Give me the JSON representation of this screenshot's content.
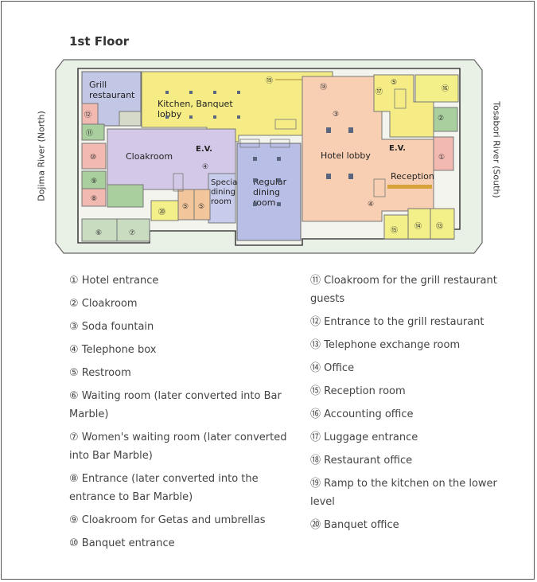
{
  "title": "1st Floor",
  "rivers": {
    "north": "Dojima River (North)",
    "south": "Tosabori River (South)"
  },
  "rooms": {
    "grill": "Grill restaurant",
    "grill_l1": "Grill",
    "grill_l2": "restaurant",
    "kitchen": "Kitchen, Banquet lobby",
    "kitchen_l1": "Kitchen, Banquet",
    "kitchen_l2": "lobby",
    "cloakroom": "Cloakroom",
    "ev": "E.V.",
    "special_l1": "Special",
    "special_l2": "dining",
    "special_l3": "room",
    "regular_l1": "Regular",
    "regular_l2": "dining",
    "regular_l3": "room",
    "hotel_lobby": "Hotel lobby",
    "reception": "Reception"
  },
  "markers": [
    "①",
    "②",
    "③",
    "④",
    "⑤",
    "⑥",
    "⑦",
    "⑧",
    "⑨",
    "⑩",
    "⑪",
    "⑫",
    "⑬",
    "⑭",
    "⑮",
    "⑯",
    "⑰",
    "⑱",
    "⑲",
    "⑳"
  ],
  "legend_left": [
    "① Hotel entrance",
    "② Cloakroom",
    "③ Soda fountain",
    "④ Telephone box",
    "⑤ Restroom",
    "⑥ Waiting room (later converted into Bar Marble)",
    "⑦ Women's waiting room (later converted into Bar Marble)",
    "⑧ Entrance (later converted into the entrance to Bar Marble)",
    "⑨ Cloakroom for Getas and umbrellas",
    "⑩ Banquet entrance"
  ],
  "legend_right": [
    "⑪ Cloakroom for the grill restaurant guests",
    "⑫ Entrance to the grill restaurant",
    "⑬ Telephone exchange room",
    "⑭ Office",
    "⑮ Reception room",
    "⑯ Accounting office",
    "⑰ Luggage entrance",
    "⑱ Restaurant office",
    "⑲ Ramp to the kitchen on the lower level",
    "⑳ Banquet office"
  ]
}
